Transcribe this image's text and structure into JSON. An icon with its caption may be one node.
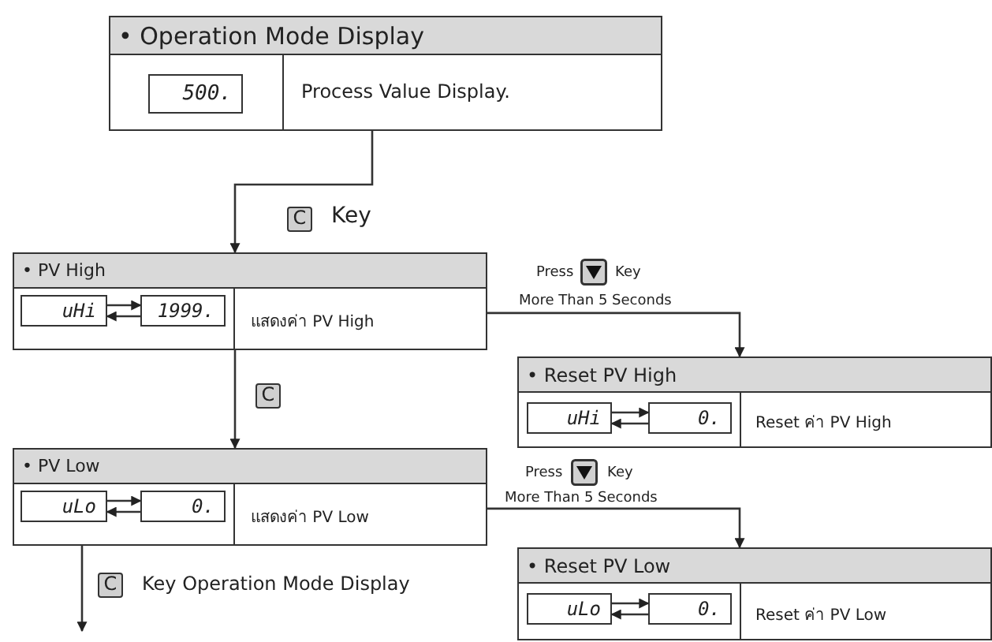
{
  "diagram": {
    "nodes": [
      {
        "text": [
          "• Operation Mode Display",
          "Process Value Display."
        ]
      },
      {
        "text": [
          "500."
        ],
        "in": 0
      },
      {
        "text": [
          "• PV High",
          "แสดงค่า PV High"
        ]
      },
      {
        "text": [
          "uHi"
        ],
        "in": 2
      },
      {
        "text": [
          "1999."
        ],
        "in": 2
      },
      {
        "text": [
          "• Reset PV High",
          "Reset ค่า PV High"
        ]
      },
      {
        "text": [
          "uHi"
        ],
        "in": 5
      },
      {
        "text": [
          "0."
        ],
        "in": 5
      },
      {
        "text": [
          "• PV Low",
          "แสดงค่า PV Low"
        ]
      },
      {
        "text": [
          "uLo"
        ],
        "in": 8
      },
      {
        "text": [
          "0."
        ],
        "in": 8
      },
      {
        "text": [
          "• Reset PV Low",
          "Reset ค่า PV Low"
        ]
      },
      {
        "text": [
          "uLo"
        ],
        "in": 11
      },
      {
        "text": [
          "0."
        ],
        "in": 11
      }
    ],
    "edges": [
      {
        "from": 0,
        "to": 2,
        "arrow": "to",
        "label": "Key"
      },
      {
        "from": 3,
        "to": 4,
        "arrow": "to"
      },
      {
        "from": 4,
        "to": 3,
        "arrow": "to"
      },
      {
        "from": 2,
        "to": 5,
        "arrow": "to",
        "label": "More Than 5 Seconds"
      },
      {
        "from": 6,
        "to": 7,
        "arrow": "to"
      },
      {
        "from": 7,
        "to": 6,
        "arrow": "to"
      },
      {
        "from": 2,
        "to": 8,
        "arrow": "to"
      },
      {
        "from": 9,
        "to": 10,
        "arrow": "to"
      },
      {
        "from": 10,
        "to": 9,
        "arrow": "to"
      },
      {
        "from": 8,
        "to": 11,
        "arrow": "to",
        "label": "More Than 5 Seconds"
      },
      {
        "from": 12,
        "to": 13,
        "arrow": "to"
      },
      {
        "from": 13,
        "to": 12,
        "arrow": "to"
      },
      {
        "from": 8,
        "to": null,
        "arrow": "to",
        "label": "Key Operation Mode Display"
      }
    ],
    "labels": [
      "C",
      "Press",
      "Key",
      "C",
      "Press",
      "Key",
      "C"
    ]
  }
}
